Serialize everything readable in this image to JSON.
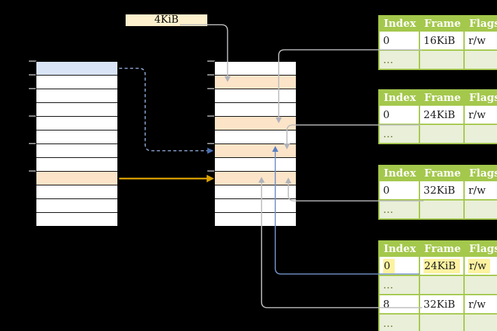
{
  "frame_size_label": {
    "text": "4KiB"
  },
  "colors": {
    "background": "#000000",
    "label-bg": "#fdf0cd",
    "label-text": "#000000",
    "row-white": "#ffffff",
    "row-blue": "#d9e5f7",
    "row-orange": "#fce4c8",
    "row-border": "#000000",
    "tick-gray": "#8a8a8a",
    "table-green": "#a4c84c",
    "table-row-green": "#e9efd8",
    "table-header-text": "#ffffff",
    "table-cell-text": "#1c1c1c",
    "ellipsis-text": "#6b7a3a",
    "highlight-yellow": "#fcf2a0",
    "line-gray": "#bcbcbe",
    "arrow-gray": "#b0b3bc",
    "line-blue": "#7092c8",
    "arrow-blue": "#5b7fc0",
    "line-blue-dashed": "#8ea9d6",
    "arrow-blue-dashed": "#4a6fb5",
    "line-orange": "#d79e00"
  },
  "virtual_memory_table": {
    "row_count": 12,
    "special_rows": {
      "0": "blue",
      "8": "orange"
    }
  },
  "physical_memory_table": {
    "row_count": 12,
    "special_rows": {
      "1": "orange",
      "4": "orange",
      "6": "orange",
      "8": "orange"
    }
  },
  "memory_ticks": {
    "offsets": [
      0,
      20,
      40,
      80,
      120,
      160
    ]
  },
  "page_tables": [
    {
      "name": "page-table-at-16kib",
      "headers": [
        "Index",
        "Frame",
        "Flags"
      ],
      "rows": [
        {
          "cells": [
            "0",
            "16KiB",
            "r/w"
          ],
          "ellipsis": false,
          "highlight": false
        },
        {
          "cells": [
            "…",
            "",
            ""
          ],
          "ellipsis": true,
          "highlight": false
        }
      ]
    },
    {
      "name": "page-table-at-24kib",
      "headers": [
        "Index",
        "Frame",
        "Flags"
      ],
      "rows": [
        {
          "cells": [
            "0",
            "24KiB",
            "r/w"
          ],
          "ellipsis": false,
          "highlight": false
        },
        {
          "cells": [
            "…",
            "",
            ""
          ],
          "ellipsis": true,
          "highlight": false
        }
      ]
    },
    {
      "name": "page-table-at-32kib",
      "headers": [
        "Index",
        "Frame",
        "Flags"
      ],
      "rows": [
        {
          "cells": [
            "0",
            "32KiB",
            "r/w"
          ],
          "ellipsis": false,
          "highlight": false
        },
        {
          "cells": [
            "…",
            "",
            ""
          ],
          "ellipsis": true,
          "highlight": false
        }
      ]
    },
    {
      "name": "level2-page-table",
      "headers": [
        "Index",
        "Frame",
        "Flags"
      ],
      "rows": [
        {
          "cells": [
            "0",
            "24KiB",
            "r/w"
          ],
          "ellipsis": false,
          "highlight": true
        },
        {
          "cells": [
            "…",
            "",
            ""
          ],
          "ellipsis": true,
          "highlight": false
        },
        {
          "cells": [
            "8",
            "32KiB",
            "r/w"
          ],
          "ellipsis": false,
          "highlight": false
        },
        {
          "cells": [
            "…",
            "",
            ""
          ],
          "ellipsis": true,
          "highlight": false
        }
      ]
    }
  ]
}
